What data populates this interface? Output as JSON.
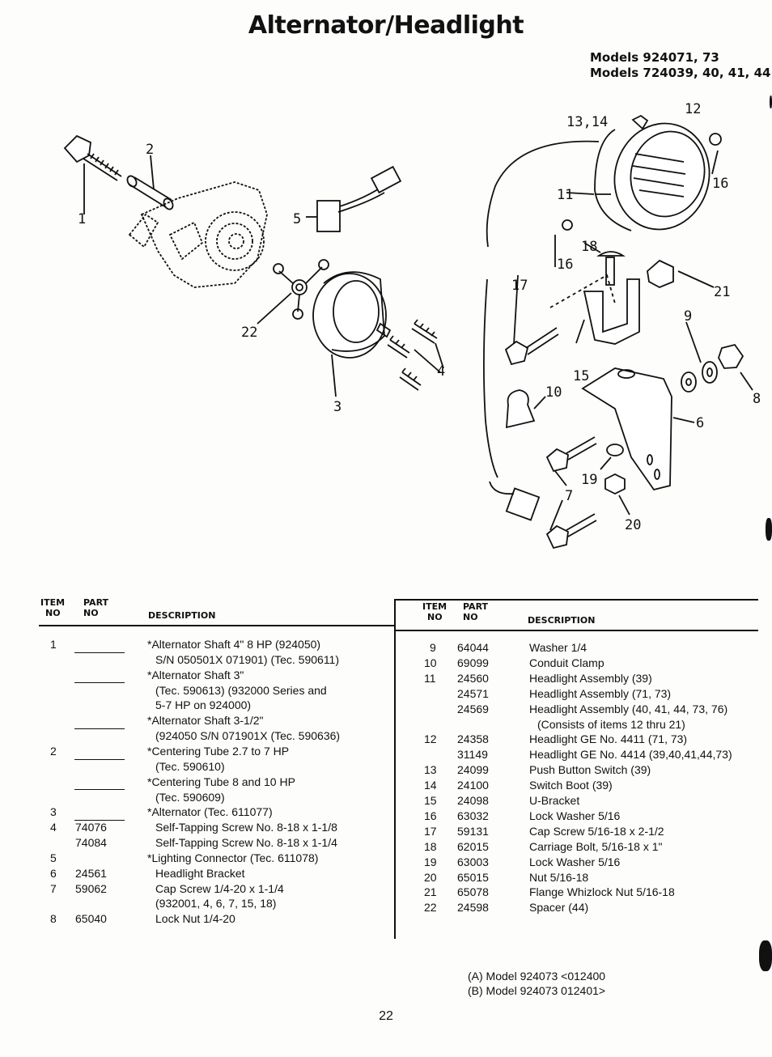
{
  "page": {
    "title": "Alternator/Headlight",
    "models": [
      "Models 924071, 73",
      "Models 724039, 40, 41, 44"
    ],
    "page_number": "22"
  },
  "diagram": {
    "callouts": [
      "1",
      "2",
      "3",
      "4",
      "5",
      "6",
      "7",
      "8",
      "9",
      "10",
      "11",
      "12",
      "13,14",
      "15",
      "16",
      "16",
      "17",
      "18",
      "19",
      "20",
      "21",
      "22"
    ]
  },
  "table": {
    "headers": {
      "item": [
        "ITEM",
        "NO"
      ],
      "part": [
        "PART",
        "NO"
      ],
      "description": "DESCRIPTION"
    },
    "left": [
      {
        "item": "1",
        "part": "",
        "dash": true,
        "desc": "*Alternator Shaft 4\" 8 HP (924050)"
      },
      {
        "item": "",
        "part": "",
        "dash": false,
        "desc": "S/N 050501X  071901) (Tec. 590611)"
      },
      {
        "item": "",
        "part": "",
        "dash": true,
        "desc": "*Alternator Shaft 3\""
      },
      {
        "item": "",
        "part": "",
        "dash": false,
        "desc": "(Tec. 590613) (932000 Series and"
      },
      {
        "item": "",
        "part": "",
        "dash": false,
        "desc": "5-7 HP on 924000)"
      },
      {
        "item": "",
        "part": "",
        "dash": true,
        "desc": "*Alternator Shaft 3-1/2\""
      },
      {
        "item": "",
        "part": "",
        "dash": false,
        "desc": "(924050 S/N 071901X (Tec. 590636)"
      },
      {
        "item": "2",
        "part": "",
        "dash": true,
        "desc": "*Centering Tube 2.7 to 7 HP"
      },
      {
        "item": "",
        "part": "",
        "dash": false,
        "desc": "(Tec. 590610)"
      },
      {
        "item": "",
        "part": "",
        "dash": true,
        "desc": "*Centering Tube 8 and 10 HP"
      },
      {
        "item": "",
        "part": "",
        "dash": false,
        "desc": "(Tec. 590609)"
      },
      {
        "item": "3",
        "part": "",
        "dash": true,
        "desc": "*Alternator (Tec. 611077)"
      },
      {
        "item": "4",
        "part": "74076",
        "dash": false,
        "desc": "Self-Tapping Screw No. 8-18 x 1-1/8"
      },
      {
        "item": "",
        "part": "74084",
        "dash": false,
        "desc": "Self-Tapping Screw No. 8-18 x 1-1/4"
      },
      {
        "item": "5",
        "part": "",
        "dash": false,
        "desc": "*Lighting Connector (Tec. 611078)"
      },
      {
        "item": "6",
        "part": "24561",
        "dash": false,
        "desc": "Headlight Bracket"
      },
      {
        "item": "7",
        "part": "59062",
        "dash": false,
        "desc": "Cap Screw 1/4-20 x 1-1/4"
      },
      {
        "item": "",
        "part": "",
        "dash": false,
        "desc": "(932001, 4, 6, 7, 15, 18)"
      },
      {
        "item": "8",
        "part": "65040",
        "dash": false,
        "desc": "Lock Nut 1/4-20"
      }
    ],
    "right": [
      {
        "item": "9",
        "part": "64044",
        "desc": "Washer 1/4"
      },
      {
        "item": "10",
        "part": "69099",
        "desc": "Conduit Clamp"
      },
      {
        "item": "11",
        "part": "24560",
        "desc": "Headlight Assembly (39)"
      },
      {
        "item": "",
        "part": "24571",
        "desc": "Headlight Assembly (71, 73)"
      },
      {
        "item": "",
        "part": "24569",
        "desc": "Headlight Assembly (40, 41, 44, 73, 76)"
      },
      {
        "item": "",
        "part": "",
        "desc": "(Consists of items 12 thru 21)"
      },
      {
        "item": "12",
        "part": "24358",
        "desc": "Headlight GE No. 4411 (71, 73)"
      },
      {
        "item": "",
        "part": "31149",
        "desc": "Headlight GE No. 4414 (39,40,41,44,73)"
      },
      {
        "item": "13",
        "part": "24099",
        "desc": "Push Button Switch (39)"
      },
      {
        "item": "14",
        "part": "24100",
        "desc": "Switch Boot (39)"
      },
      {
        "item": "15",
        "part": "24098",
        "desc": "U-Bracket"
      },
      {
        "item": "16",
        "part": "63032",
        "desc": "Lock Washer 5/16"
      },
      {
        "item": "17",
        "part": "59131",
        "desc": "Cap Screw 5/16-18 x 2-1/2"
      },
      {
        "item": "18",
        "part": "62015",
        "desc": "Carriage Bolt, 5/16-18 x 1\""
      },
      {
        "item": "19",
        "part": "63003",
        "desc": "Lock Washer 5/16"
      },
      {
        "item": "20",
        "part": "65015",
        "desc": "Nut 5/16-18"
      },
      {
        "item": "21",
        "part": "65078",
        "desc": "Flange Whizlock Nut 5/16-18"
      },
      {
        "item": "22",
        "part": "24598",
        "desc": "Spacer (44)"
      }
    ]
  },
  "footnotes": [
    "(A)  Model 924073  <012400",
    "(B)  Model 924073    012401>"
  ]
}
